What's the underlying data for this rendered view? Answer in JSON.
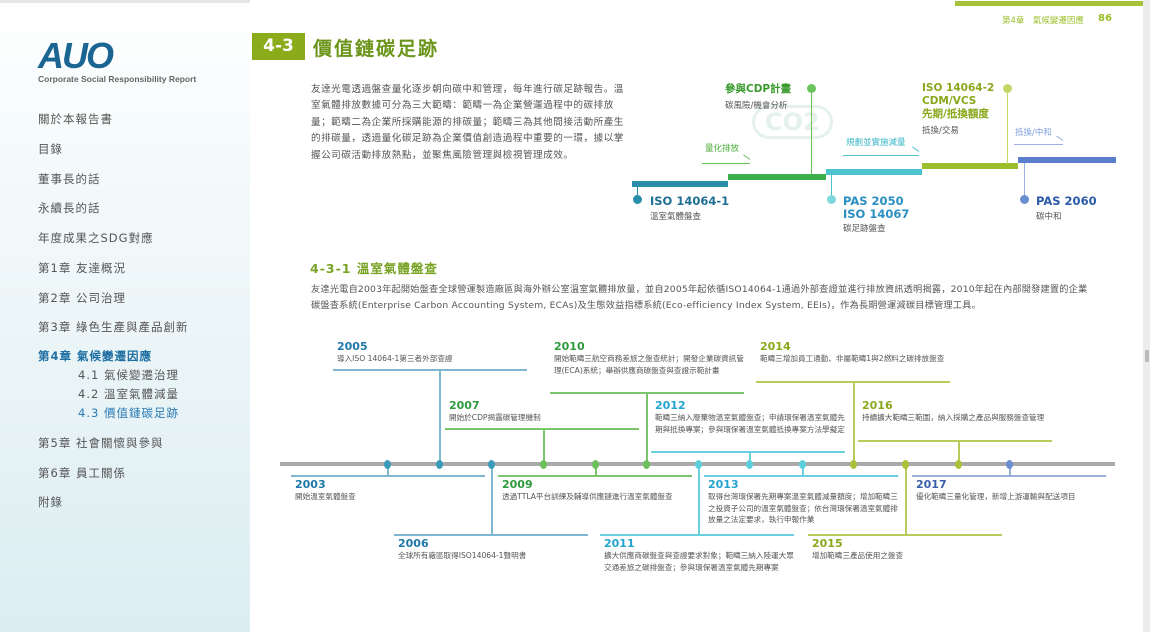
{
  "logo": {
    "text": "AUO",
    "subtitle": "Corporate Social Responsibility Report"
  },
  "sidebar": {
    "items": [
      {
        "label": "關於本報告書"
      },
      {
        "label": "目錄"
      },
      {
        "label": "董事長的話"
      },
      {
        "label": "永續長的話"
      },
      {
        "label": "年度成果之SDG對應"
      },
      {
        "label": "第1章 友達概況"
      },
      {
        "label": "第2章 公司治理"
      },
      {
        "label": "第3章 綠色生產與產品創新"
      },
      {
        "label": "第4章 氣候變遷因應"
      },
      {
        "label": "第5章 社會關懷與參與"
      },
      {
        "label": "第6章 員工關係"
      },
      {
        "label": "附錄"
      }
    ],
    "subitems": [
      {
        "label": "4.1 氣候變遷治理"
      },
      {
        "label": "4.2 溫室氣體減量"
      },
      {
        "label": "4.3 價值鏈碳足跡"
      }
    ]
  },
  "header": {
    "chapter": "第4章　氣候變遷因應",
    "page": "86"
  },
  "section": {
    "number": "4-3",
    "title": "價值鏈碳足跡",
    "intro": "友達光電透過盤查量化逐步朝向碳中和管理，每年進行碳足跡報告。溫室氣體排放數據可分為三大範疇：範疇一為企業營運過程中的碳排放量；範疇二為企業所採購能源的排碳量；範疇三為其他間接活動所產生的排碳量，透過量化碳足跡為企業價值創造過程中重要的一環，據以掌握公司碳活動排放熱點，並聚焦風險管理與檢視管理成效。"
  },
  "diagram": {
    "iso1": {
      "title": "ISO 14064-1",
      "sub": "溫室氣體盤查"
    },
    "cdp": {
      "title": "參與CDP計畫",
      "sub": "碳風險/機會分析"
    },
    "quant": "量化排放",
    "pas2050": {
      "title1": "PAS 2050",
      "title2": "ISO 14067",
      "sub": "碳足跡盤查"
    },
    "plan": "規劃並實施減量",
    "iso2": {
      "title1": "ISO 14064-2",
      "title2": "CDM/VCS",
      "title3": "先期/抵換額度",
      "sub": "抵換/交易"
    },
    "offset": "抵換/中和",
    "pas2060": {
      "title": "PAS 2060",
      "sub": "碳中和"
    },
    "co2_icon": "CO2",
    "colors": {
      "teal": "#2a8fa8",
      "green": "#3cae4a",
      "cyan": "#4dc3d0",
      "lime": "#9bbf2a",
      "blue": "#5b7fcc"
    }
  },
  "subsection": {
    "title": "4-3-1 溫室氣體盤查",
    "text": "友達光電自2003年起開始盤查全球營運製造廠區與海外辦公室溫室氣體排放量，並自2005年起依循ISO14064-1通過外部查證並進行排放資訊透明揭露，2010年起在內部開發建置的企業碳盤查系統(Enterprise Carbon Accounting System, ECAs)及生態效益指標系統(Eco-efficiency Index System, EEIs)，作為長期營運減碳目標管理工具。"
  },
  "timeline": [
    {
      "year": "2003",
      "text": "開始溫室氣體盤查",
      "color": "#1f78a8"
    },
    {
      "year": "2005",
      "text": "導入ISO 14064-1第三者外部查證",
      "color": "#1f78a8"
    },
    {
      "year": "2006",
      "text": "全球所有廠區取得ISO14064-1聲明書",
      "color": "#1f78a8"
    },
    {
      "year": "2007",
      "text": "開始於CDP揭露碳管理機制",
      "color": "#2e9a3c"
    },
    {
      "year": "2009",
      "text": "透過TTLA平台訓練及輔導供應鏈進行溫室氣體盤查",
      "color": "#2e9a3c"
    },
    {
      "year": "2010",
      "text": "開始範疇三航空商務差旅之盤查統計；開發企業碳資訊管理(ECA)系統；舉辦供應商碳盤查與查證示範計畫",
      "color": "#2e9a3c"
    },
    {
      "year": "2011",
      "text": "擴大供應商碳盤查與查證要求對象；範疇三納入陸運大眾交通差旅之碳排盤查；參與環保署溫室氣體先期專案",
      "color": "#23a3cf"
    },
    {
      "year": "2012",
      "text": "範疇三納入廢棄物溫室氣體盤查；申請環保署溫室氣體先期與抵換專案；參與環保署溫室氣體抵換專案方法學擬定",
      "color": "#23a3cf"
    },
    {
      "year": "2013",
      "text": "取得台灣環保署先期專案溫室氣體減量額度；增加範疇三之投資子公司的溫室氣體盤查；依台灣環保署溫室氣體排放量之法定要求，執行申報作業",
      "color": "#23a3cf"
    },
    {
      "year": "2014",
      "text": "範疇三增加員工通勤、非屬範疇1與2燃料之碳排放盤查",
      "color": "#8aa81c"
    },
    {
      "year": "2015",
      "text": "增加範疇三產品使用之盤查",
      "color": "#8aa81c"
    },
    {
      "year": "2016",
      "text": "持續擴大範疇三範圍，納入採購之產品與服務盤查管理",
      "color": "#8aa81c"
    },
    {
      "year": "2017",
      "text": "優化範疇三量化管理，新增上游運輸與配送項目",
      "color": "#3a5ea8"
    }
  ]
}
